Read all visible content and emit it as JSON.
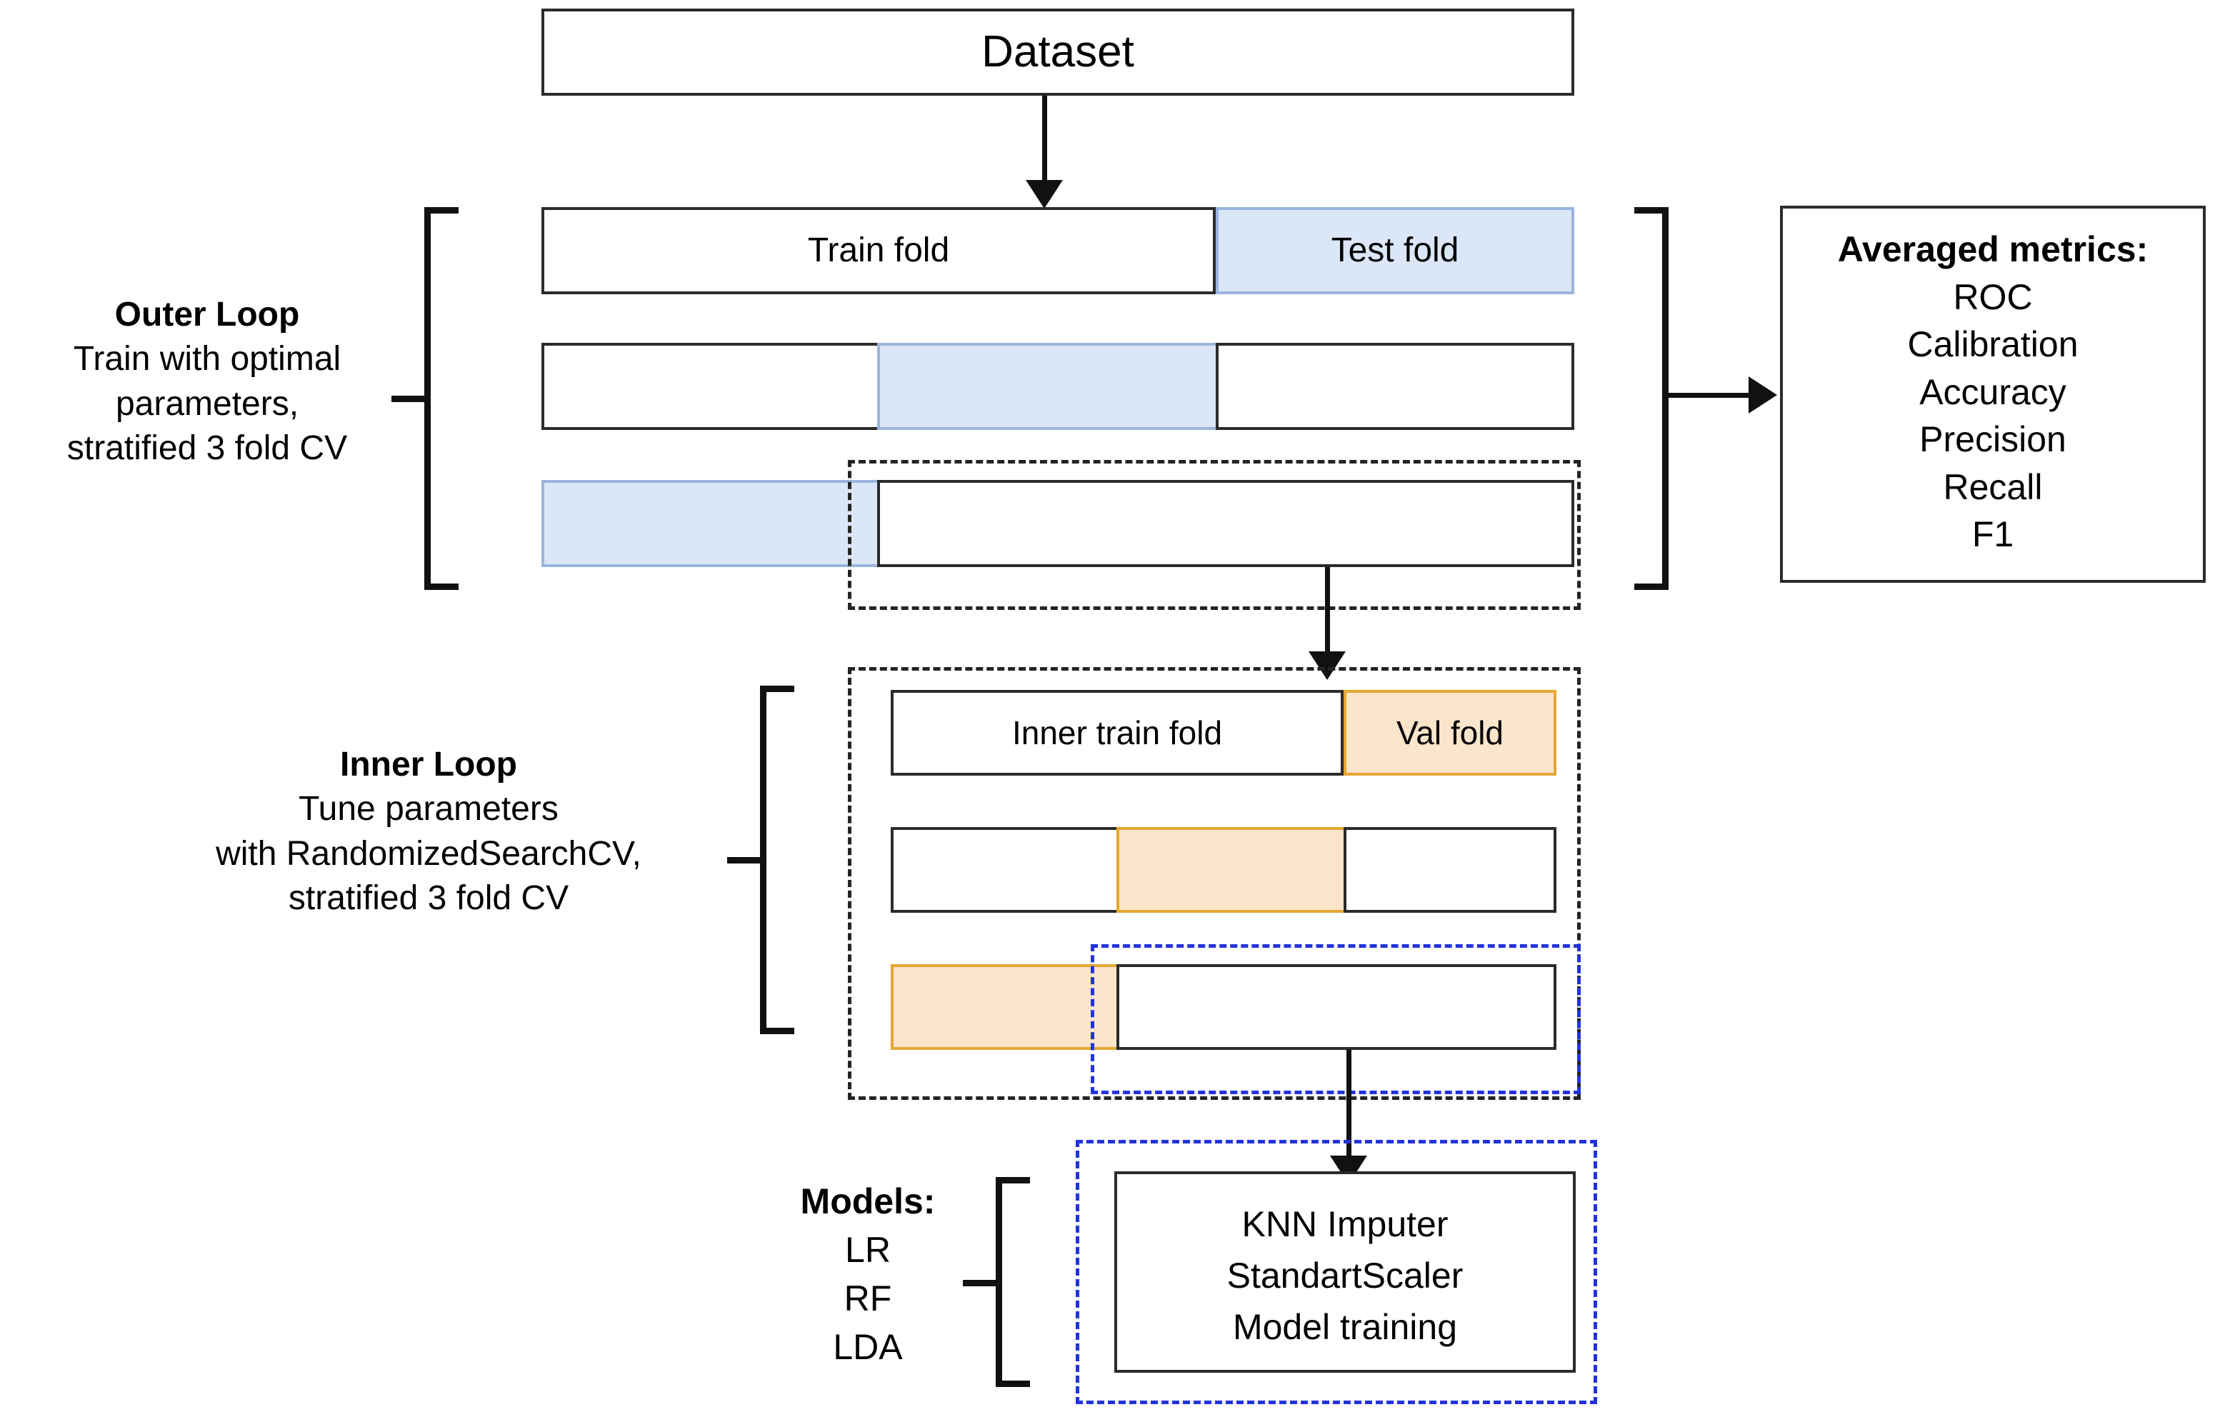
{
  "diagram": {
    "title_box": {
      "label": "Dataset"
    },
    "outer_loop": {
      "caption_title": "Outer Loop",
      "caption_lines": [
        "Train with optimal",
        "parameters,",
        "stratified 3 fold CV"
      ],
      "row1_left_label": "Train fold",
      "row1_right_label": "Test fold",
      "rows": [
        {
          "segments": [
            {
              "kind": "white",
              "label": "Train fold",
              "x_pct": 0.0,
              "w_pct": 65.0
            },
            {
              "kind": "blue",
              "label": "Test fold",
              "x_pct": 65.0,
              "w_pct": 35.0
            }
          ]
        },
        {
          "segments": [
            {
              "kind": "white",
              "label": "",
              "x_pct": 0.0,
              "w_pct": 33.0
            },
            {
              "kind": "blue",
              "label": "",
              "x_pct": 33.0,
              "w_pct": 32.0
            },
            {
              "kind": "white",
              "label": "",
              "x_pct": 65.0,
              "w_pct": 35.0
            }
          ]
        },
        {
          "segments": [
            {
              "kind": "blue",
              "label": "",
              "x_pct": 0.0,
              "w_pct": 33.0
            },
            {
              "kind": "white",
              "label": "",
              "x_pct": 33.0,
              "w_pct": 67.0
            }
          ]
        }
      ]
    },
    "metrics_box": {
      "heading": "Averaged metrics:",
      "items": [
        "ROC",
        "Calibration",
        "Accuracy",
        "Precision",
        "Recall",
        "F1"
      ]
    },
    "inner_loop": {
      "caption_title": "Inner Loop",
      "caption_lines": [
        "Tune parameters",
        "with RandomizedSearchCV,",
        "stratified 3 fold CV"
      ],
      "row1_left_label": "Inner train fold",
      "row1_right_label": "Val fold",
      "rows": [
        {
          "segments": [
            {
              "kind": "white",
              "label": "Inner train fold",
              "x_pct": 0.0,
              "w_pct": 68.0
            },
            {
              "kind": "orange",
              "label": "Val fold",
              "x_pct": 68.0,
              "w_pct": 32.0
            }
          ]
        },
        {
          "segments": [
            {
              "kind": "white",
              "label": "",
              "x_pct": 0.0,
              "w_pct": 34.0
            },
            {
              "kind": "orange",
              "label": "",
              "x_pct": 34.0,
              "w_pct": 34.0
            },
            {
              "kind": "white",
              "label": "",
              "x_pct": 68.0,
              "w_pct": 32.0
            }
          ]
        },
        {
          "segments": [
            {
              "kind": "orange",
              "label": "",
              "x_pct": 0.0,
              "w_pct": 34.0
            },
            {
              "kind": "white",
              "label": "",
              "x_pct": 34.0,
              "w_pct": 66.0
            }
          ]
        }
      ]
    },
    "models": {
      "heading": "Models:",
      "items": [
        "LR",
        "RF",
        "LDA"
      ]
    },
    "pipeline_box": {
      "lines": [
        "KNN Imputer",
        "StandartScaler",
        "Model training"
      ]
    },
    "colors": {
      "stroke": "#2b2b2b",
      "blue_fill": "#dbe6f7",
      "blue_stroke": "#9ab5dd",
      "orange_fill": "#fce5cb",
      "orange_stroke": "#e5a732",
      "dash_black": "#242424",
      "dash_blue": "#2233dd"
    }
  }
}
